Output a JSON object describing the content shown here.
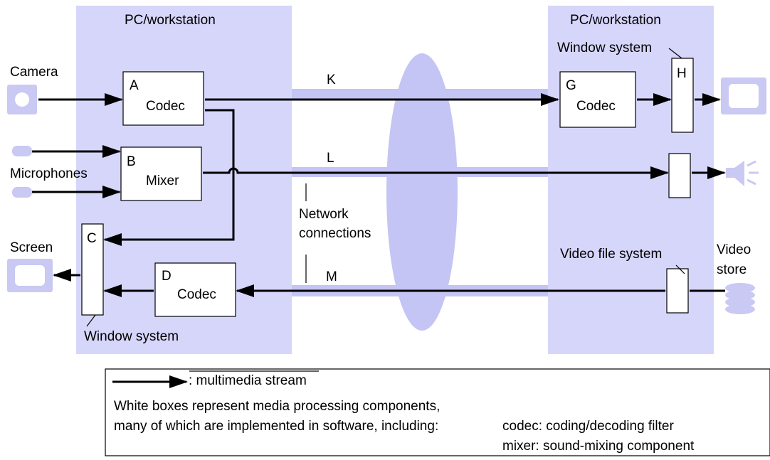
{
  "colors": {
    "panel": "#d6d6fb",
    "network": "#c4c4f5",
    "device": "#c9c9f3",
    "stroke": "#000000",
    "box_fill": "#ffffff"
  },
  "left_panel": {
    "title": "PC/workstation"
  },
  "right_panel": {
    "title": "PC/workstation"
  },
  "devices": {
    "camera": "Camera",
    "microphones": "Microphones",
    "screen": "Screen",
    "video_store": "Video store"
  },
  "components": {
    "a": {
      "letter": "A",
      "name": "Codec"
    },
    "b": {
      "letter": "B",
      "name": "Mixer"
    },
    "c": {
      "letter": "C"
    },
    "d": {
      "letter": "D",
      "name": "Codec"
    },
    "g": {
      "letter": "G",
      "name": "Codec"
    },
    "h": {
      "letter": "H"
    }
  },
  "labels": {
    "window_system_right": "Window system",
    "window_system_left": "Window system",
    "video_file_system": "Video file system",
    "network_connections": "Network connections"
  },
  "streams": {
    "k": "K",
    "l": "L",
    "m": "M"
  },
  "legend": {
    "stream_label": ": multimedia stream",
    "line1": "White boxes represent media processing components,",
    "line2": "many of which are implemented in software, including:",
    "codec_def": "codec: coding/decoding filter",
    "mixer_def": "mixer: sound-mixing component"
  }
}
